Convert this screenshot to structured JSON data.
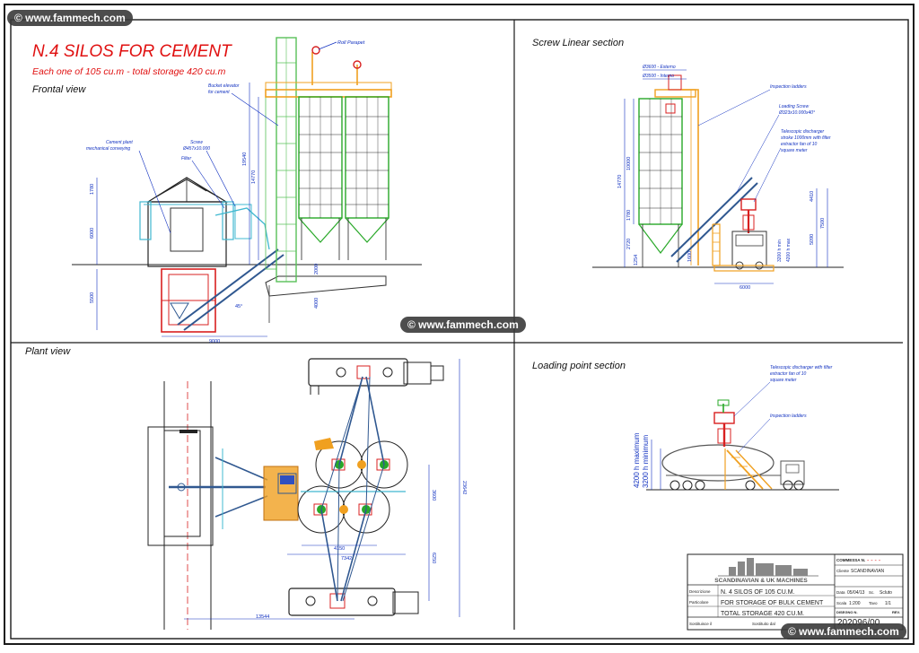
{
  "watermark": "© www.fammech.com",
  "frontal": {
    "title": "N.4 SILOS FOR CEMENT",
    "subtitle": "Each one of 105 cu.m - total storage 420 cu.m",
    "view": "Frontal view",
    "labels": {
      "roll_parapet": "Roll Parapet",
      "bucket_elevator": "Bucket elevator",
      "for_cement": "for cement",
      "cement_plant": "Cement plant",
      "mech_conveying": "mechanical conveying",
      "screw": "Screw",
      "screw_size": "Ø457x10.000",
      "filter": "Filter"
    },
    "dims": {
      "d9000": "9000",
      "d5500": "5500",
      "d6000": "6000",
      "d1780": "1780",
      "d14770": "14770",
      "d19540": "19540",
      "d2000": "2000",
      "d4000": "4000",
      "d45": "45°"
    }
  },
  "screw_section": {
    "title": "Screw Linear section",
    "labels": {
      "top1": "Ø3600 - Esterno",
      "top2": "Ø3500 - Interno",
      "inspection": "Inspection ladders",
      "loading_screw": "Loading Screw",
      "loading_screw_size": "Ø323x10.000x40°",
      "tele1": "Telescopic discharger",
      "tele2": "stroke 1000mm with filter",
      "tele3": "extractor fan of 10",
      "tele4": "square meter"
    },
    "dims": {
      "d14770": "14770",
      "d10000": "10000",
      "d1780": "1780",
      "d2720": "2720",
      "d1254": "1254",
      "d1600": "1600",
      "d6000": "6000",
      "d4410": "4410",
      "d7500": "7500",
      "d5090": "5090",
      "d3200": "3200 h min",
      "d4200": "4200 h max"
    }
  },
  "plant": {
    "title": "Plant view",
    "dims": {
      "d4150": "4150",
      "d7342": "7342",
      "d3600": "3600",
      "d6250": "6250",
      "d23642": "23642",
      "d13544": "13544"
    }
  },
  "loading": {
    "title": "Loading point section",
    "labels": {
      "tele1": "Telescopic discharger with filter",
      "tele2": "extractor fan of 10",
      "tele3": "square meter",
      "inspection": "Inspection ladders",
      "h_max": "4200 h maximum",
      "h_min": "3200 h minimum"
    }
  },
  "title_block": {
    "company": "SCANDINAVIAN & UK MACHINES",
    "commessa_label": "COMMESSA N.",
    "cliente_label": "Cliente",
    "cliente_value": "SCANDINAVIAN",
    "data_label": "Data",
    "data_value": "05/04/13",
    "scala_label": "Scala",
    "scala_value": "1:200",
    "sc_label": "Sc.",
    "sc_value": "Scluto",
    "fogli_label": "Tavo",
    "fogli_value": "1/1",
    "disegno_label": "DISEGNO N.",
    "rev_label": "REV.",
    "desc_label": "Descrizione",
    "desc1": "N. 4 SILOS OF 105 CU.M.",
    "part_label": "Particolare",
    "desc2": "FOR STORAGE OF BULK CEMENT",
    "desc3": "TOTAL STORAGE 420 CU.M.",
    "drawing_no": "202096/00",
    "sost1": "Sostituisce il",
    "sost2": "Sostituito dal"
  },
  "colors": {
    "frame": "#1a1a1a",
    "red_title": "#e01010",
    "blue_text": "#1030c0",
    "silo_green": "#28a828",
    "elevator_green": "#58c058",
    "orange": "#f0a020",
    "conveyor_blue": "#305890",
    "red_structure": "#d82020",
    "cyan": "#40b8d0"
  }
}
